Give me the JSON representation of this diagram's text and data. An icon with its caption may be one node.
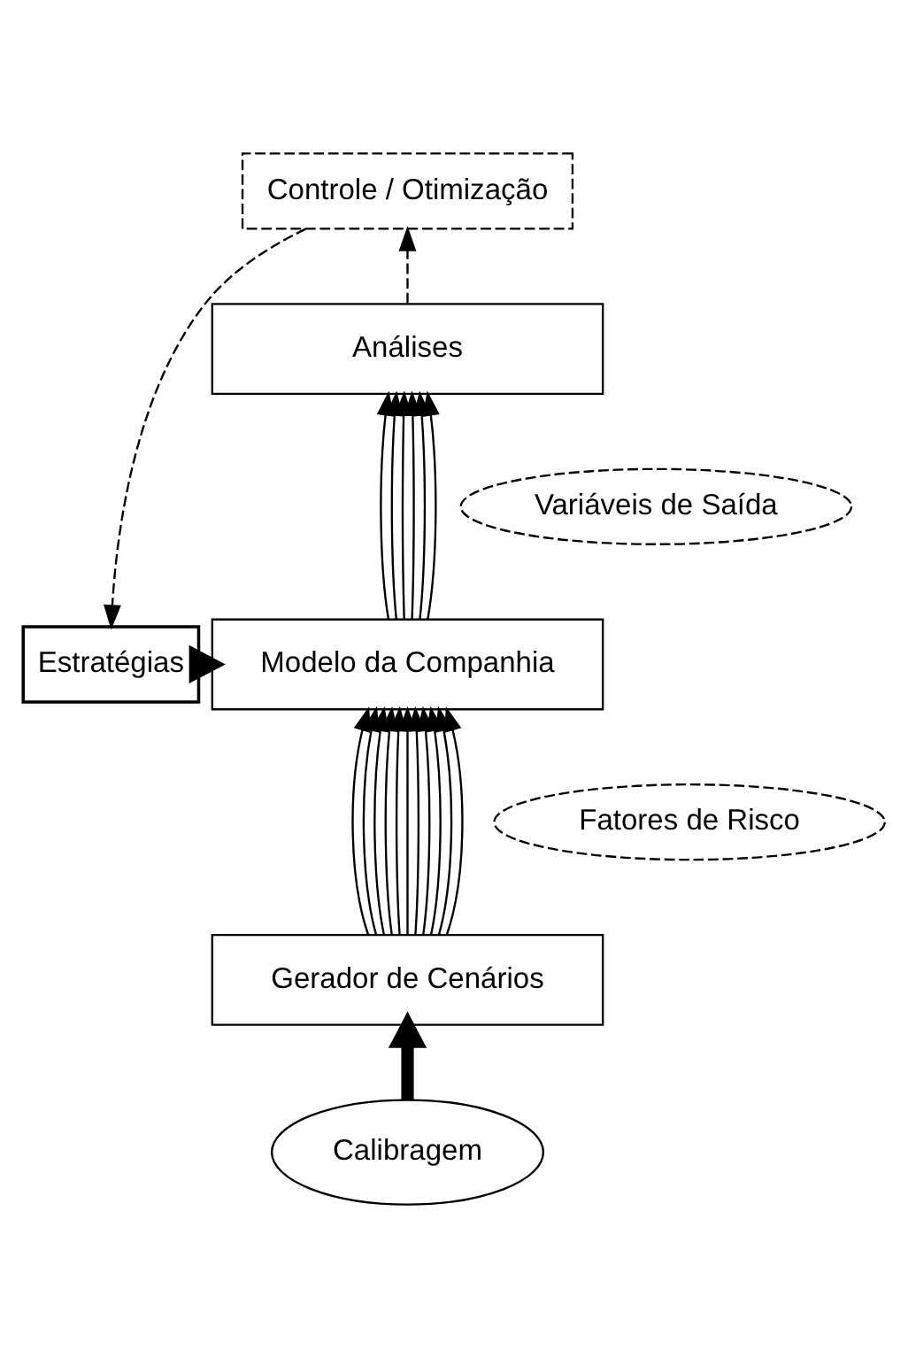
{
  "diagram": {
    "nodes": [
      {
        "text": [
          "Controle / Otimização"
        ]
      },
      {
        "text": [
          "Análises"
        ]
      },
      {
        "text": [
          "Variáveis de Saída"
        ]
      },
      {
        "text": [
          "Modelo da Companhia"
        ]
      },
      {
        "text": [
          "Estratégias"
        ]
      },
      {
        "text": [
          "Fatores de Risco"
        ]
      },
      {
        "text": [
          "Gerador de Cenários"
        ]
      },
      {
        "text": [
          "Calibragem"
        ]
      }
    ],
    "edges": [
      {
        "from": 7,
        "to": 6,
        "arrow": "to",
        "style": "thick"
      },
      {
        "from": 6,
        "to": 3,
        "arrow": "to"
      },
      {
        "from": 6,
        "to": 3,
        "arrow": "to"
      },
      {
        "from": 6,
        "to": 3,
        "arrow": "to"
      },
      {
        "from": 6,
        "to": 3,
        "arrow": "to"
      },
      {
        "from": 6,
        "to": 3,
        "arrow": "to"
      },
      {
        "from": 6,
        "to": 3,
        "arrow": "to"
      },
      {
        "from": 6,
        "to": 3,
        "arrow": "to"
      },
      {
        "from": 6,
        "to": 3,
        "arrow": "to"
      },
      {
        "from": 6,
        "to": 3,
        "arrow": "to"
      },
      {
        "from": 6,
        "to": 3,
        "arrow": "to"
      },
      {
        "from": 6,
        "to": 3,
        "arrow": "to"
      },
      {
        "from": 3,
        "to": 1,
        "arrow": "to"
      },
      {
        "from": 3,
        "to": 1,
        "arrow": "to"
      },
      {
        "from": 3,
        "to": 1,
        "arrow": "to"
      },
      {
        "from": 3,
        "to": 1,
        "arrow": "to"
      },
      {
        "from": 3,
        "to": 1,
        "arrow": "to"
      },
      {
        "from": 3,
        "to": 1,
        "arrow": "to"
      },
      {
        "from": 1,
        "to": 0,
        "arrow": "to",
        "style": "dashed"
      },
      {
        "from": 0,
        "to": 4,
        "arrow": "to",
        "style": "dashed"
      },
      {
        "from": 4,
        "to": 3,
        "arrow": "to",
        "style": "thick"
      }
    ]
  }
}
